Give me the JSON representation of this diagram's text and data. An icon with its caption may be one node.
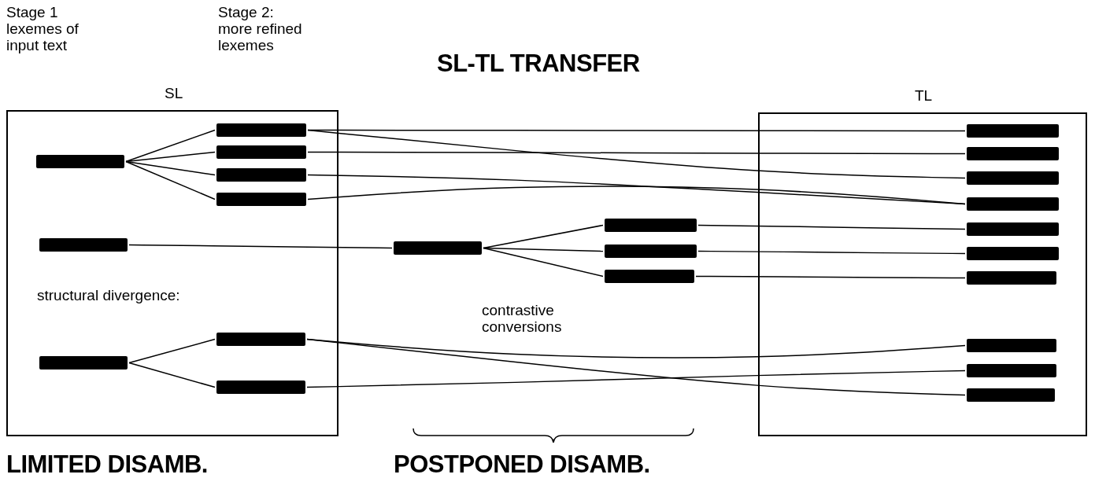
{
  "diagram": {
    "title": "SL-TL TRANSFER",
    "nodes": [
      {
        "text": [
          "SL"
        ]
      },
      {
        "text": [],
        "shape": "bar",
        "in": 0
      },
      {
        "text": [],
        "shape": "bar",
        "in": 0
      },
      {
        "text": [],
        "shape": "bar",
        "in": 0
      },
      {
        "text": [],
        "shape": "bar",
        "in": 0
      },
      {
        "text": [],
        "shape": "bar",
        "in": 0
      },
      {
        "text": [],
        "shape": "bar",
        "in": 0
      },
      {
        "text": [],
        "shape": "bar",
        "in": 0
      },
      {
        "text": [],
        "shape": "bar",
        "in": 0
      },
      {
        "text": [],
        "shape": "bar",
        "in": 0
      },
      {
        "text": [],
        "shape": "bar"
      },
      {
        "text": [],
        "shape": "bar"
      },
      {
        "text": [],
        "shape": "bar"
      },
      {
        "text": [],
        "shape": "bar"
      },
      {
        "text": [
          "TL"
        ]
      },
      {
        "text": [],
        "shape": "bar",
        "in": 14
      },
      {
        "text": [],
        "shape": "bar",
        "in": 14
      },
      {
        "text": [],
        "shape": "bar",
        "in": 14
      },
      {
        "text": [],
        "shape": "bar",
        "in": 14
      },
      {
        "text": [],
        "shape": "bar",
        "in": 14
      },
      {
        "text": [],
        "shape": "bar",
        "in": 14
      },
      {
        "text": [],
        "shape": "bar",
        "in": 14
      },
      {
        "text": [],
        "shape": "bar",
        "in": 14
      },
      {
        "text": [],
        "shape": "bar",
        "in": 14
      },
      {
        "text": [],
        "shape": "bar",
        "in": 14
      }
    ],
    "edges": [
      {
        "from": 1,
        "to": 2,
        "arrow": "none"
      },
      {
        "from": 1,
        "to": 3,
        "arrow": "none"
      },
      {
        "from": 1,
        "to": 4,
        "arrow": "none"
      },
      {
        "from": 1,
        "to": 5,
        "arrow": "none"
      },
      {
        "from": 2,
        "to": 15,
        "arrow": "none"
      },
      {
        "from": 2,
        "to": 17,
        "arrow": "none"
      },
      {
        "from": 3,
        "to": 16,
        "arrow": "none"
      },
      {
        "from": 4,
        "to": 18,
        "arrow": "none"
      },
      {
        "from": 5,
        "to": 18,
        "arrow": "none"
      },
      {
        "from": 6,
        "to": 10,
        "arrow": "none"
      },
      {
        "from": 10,
        "to": 11,
        "arrow": "none"
      },
      {
        "from": 10,
        "to": 12,
        "arrow": "none"
      },
      {
        "from": 10,
        "to": 13,
        "arrow": "none"
      },
      {
        "from": 11,
        "to": 19,
        "arrow": "none"
      },
      {
        "from": 12,
        "to": 20,
        "arrow": "none"
      },
      {
        "from": 13,
        "to": 21,
        "arrow": "none"
      },
      {
        "from": 7,
        "to": 8,
        "arrow": "none"
      },
      {
        "from": 7,
        "to": 9,
        "arrow": "none"
      },
      {
        "from": 8,
        "to": 22,
        "arrow": "none"
      },
      {
        "from": 8,
        "to": 24,
        "arrow": "none"
      },
      {
        "from": 9,
        "to": 23,
        "arrow": "none"
      }
    ],
    "labels": [
      "Stage 1 lexemes of input text",
      "Stage 2: more refined lexemes",
      "structural divergence:",
      "contrastive conversions",
      "LIMITED DISAMB.",
      "POSTPONED DISAMB."
    ]
  }
}
